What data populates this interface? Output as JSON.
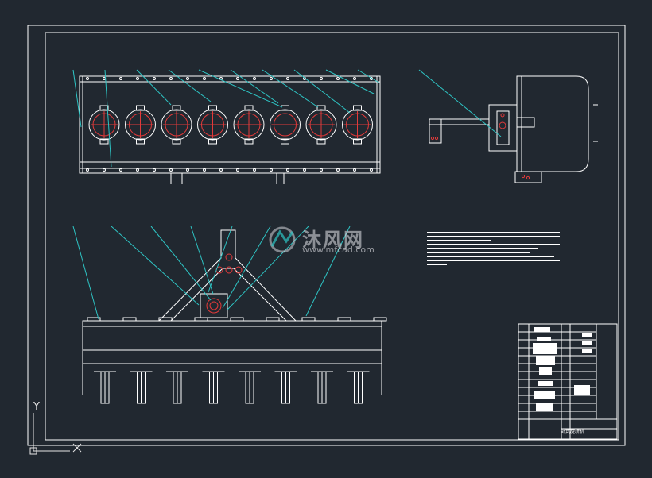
{
  "app": {
    "background": "#212830",
    "line_color": "#ffffff",
    "leader_color": "#2ec4c4",
    "accent_red": "#e23a3a"
  },
  "watermark": {
    "chinese_text": "沐风网",
    "url_text": "www.mfcad.com",
    "logo_icon": "mfcad-logo-icon"
  },
  "ucs": {
    "y_label": "Y",
    "x_label": "X"
  },
  "title_block": {
    "drawing_title": "卧式旋耕机"
  },
  "views": {
    "top_view": {
      "rotor_count": 8
    },
    "side_view": {},
    "front_view": {
      "blade_count": 8
    }
  }
}
